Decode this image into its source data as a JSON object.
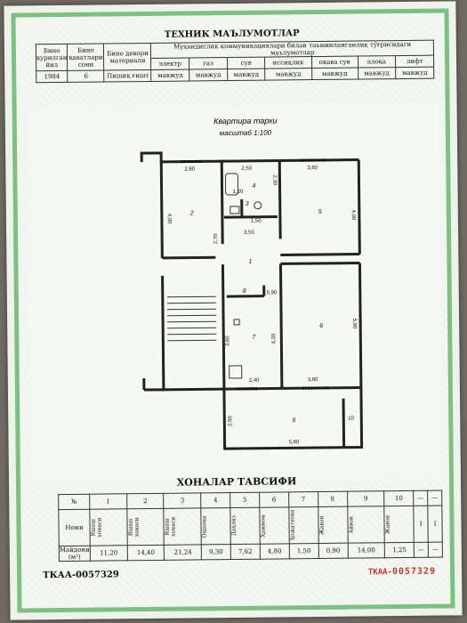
{
  "tech": {
    "title": "ТЕХНИК МАЪЛУМОТЛАР",
    "col_year": "Бино қурилган йил",
    "col_floors": "Бино қаватлари сони",
    "col_walls": "Бино девори материали",
    "col_comm": "Муҳандислик коммуникациялари билан таъминланганлик тўғрисидаги маълумотлар",
    "utilities": [
      "электр",
      "газ",
      "сув",
      "иссиқлик",
      "оқава сув",
      "алоқа",
      "лифт"
    ],
    "year": "1984",
    "floors": "6",
    "walls": "Пишиқ ғишт",
    "utility_values": [
      "мавжуд",
      "мавжуд",
      "мавжуд",
      "мавжуд",
      "мавжуд",
      "мавжуд",
      "мавжуд"
    ]
  },
  "plan": {
    "title": "Квартира тархи",
    "scale": "масштаб 1:100",
    "dims": {
      "d280": "2,80",
      "d250": "2,50",
      "d360a": "3,60",
      "d400a": "4,00",
      "d400b": "4,00",
      "d230": "2,30",
      "d150": "1,50",
      "d120": "1,20",
      "d350": "3,50",
      "d270": "2,70",
      "d090": "0,90",
      "d590": "5,90",
      "d360b": "3,60",
      "d430": "4,30",
      "d240": "2,40",
      "d360c": "3,60",
      "d250b": "2,50",
      "d560": "5,60",
      "d10": "10"
    },
    "rooms": {
      "r1": "1",
      "r2": "2",
      "r3": "3",
      "r4": "4",
      "r5": "5",
      "r6": "6",
      "r7": "7",
      "r8": "8",
      "r9": "9"
    }
  },
  "rooms_table": {
    "title": "ХОНАЛАР ТАВСИФИ",
    "no_label": "№",
    "name_label": "Номи",
    "area_label": "Майдони (м²)",
    "numbers": [
      "1",
      "2",
      "3",
      "4",
      "5",
      "6",
      "7",
      "8",
      "9",
      "10",
      "—",
      "—"
    ],
    "names": [
      "Яшаш хонаси",
      "Яшаш хонаси",
      "Яшаш хонаси",
      "Ошхона",
      "Даҳлиз",
      "Ҳаммом",
      "Ҳожатхона",
      "Жавон",
      "Айвон",
      "Жавон",
      "I",
      "I"
    ],
    "areas": [
      "11,20",
      "14,40",
      "21,24",
      "9,30",
      "7,62",
      "4,80",
      "1,50",
      "0,90",
      "14,00",
      "1,25",
      "—",
      "—"
    ]
  },
  "serial_left": "ТКАА-0057329",
  "serial_right_prefix": "ТКАА-",
  "serial_right_number": "0057329"
}
